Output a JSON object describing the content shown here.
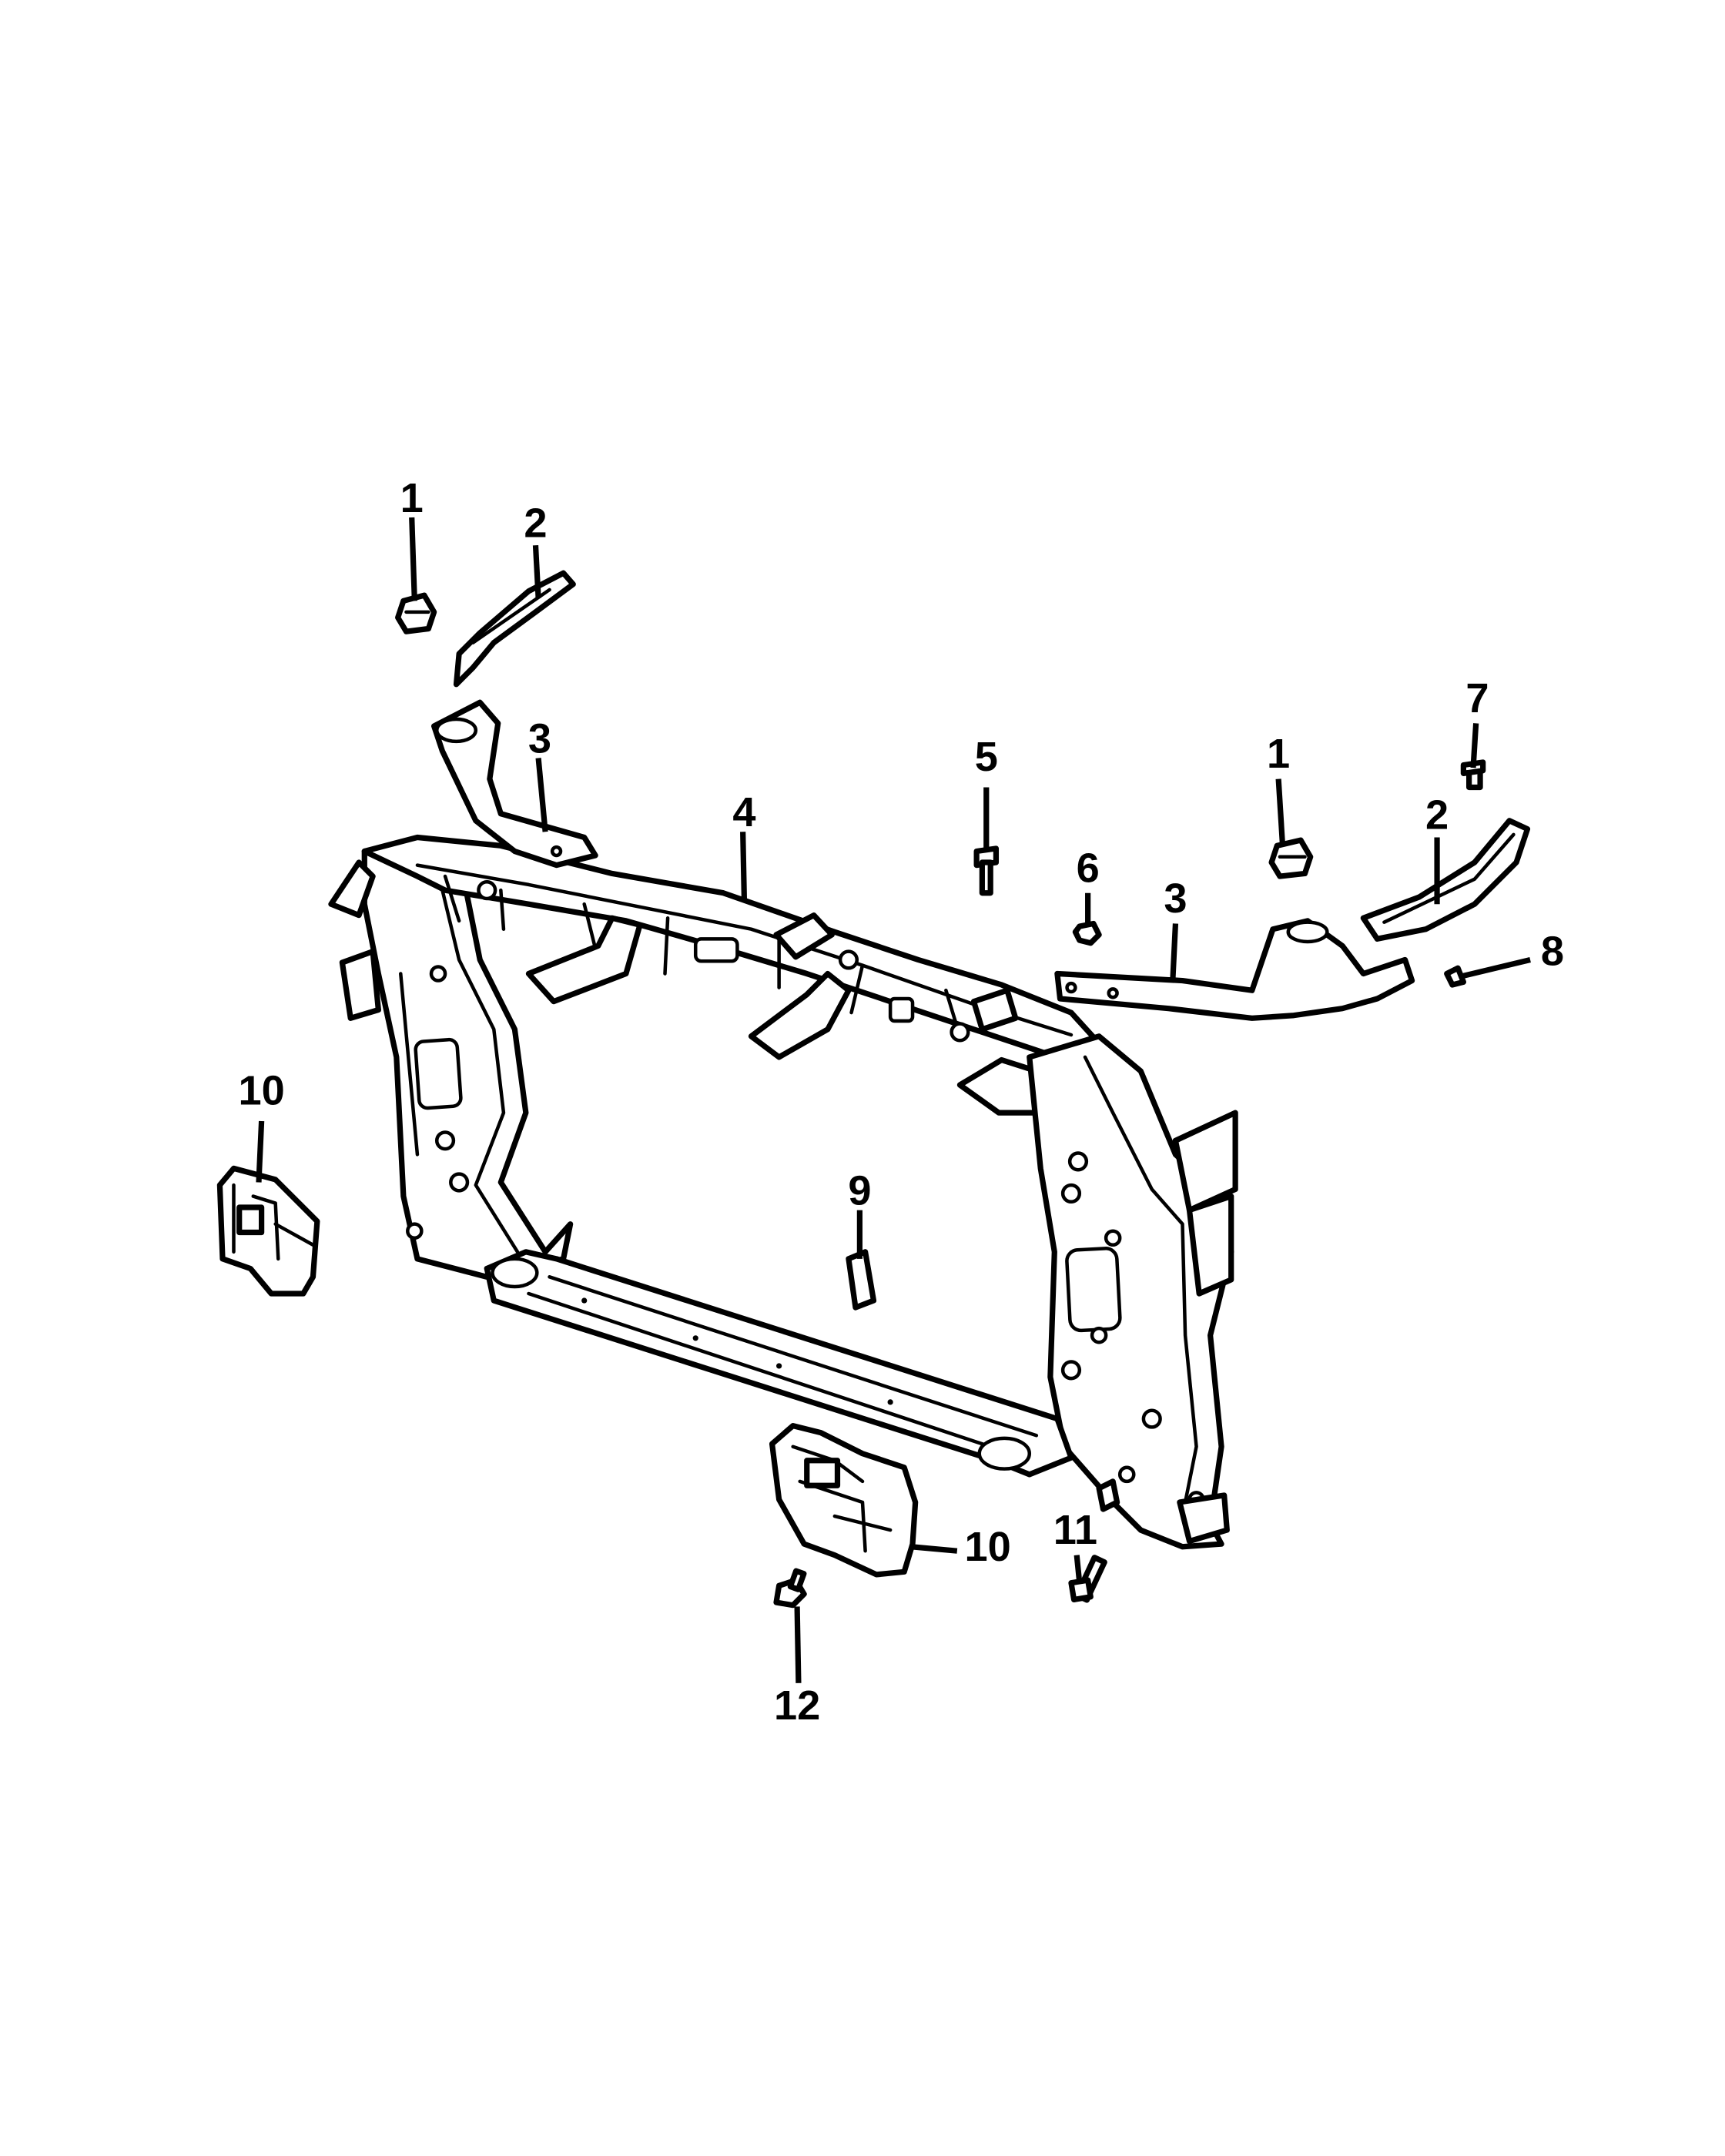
{
  "diagram": {
    "callouts": [
      {
        "id": "c1a",
        "label": "1"
      },
      {
        "id": "c2a",
        "label": "2"
      },
      {
        "id": "c3a",
        "label": "3"
      },
      {
        "id": "c4",
        "label": "4"
      },
      {
        "id": "c5",
        "label": "5"
      },
      {
        "id": "c1b",
        "label": "1"
      },
      {
        "id": "c7",
        "label": "7"
      },
      {
        "id": "c2b",
        "label": "2"
      },
      {
        "id": "c6",
        "label": "6"
      },
      {
        "id": "c3b",
        "label": "3"
      },
      {
        "id": "c8",
        "label": "8"
      },
      {
        "id": "c10a",
        "label": "10"
      },
      {
        "id": "c9",
        "label": "9"
      },
      {
        "id": "c10b",
        "label": "10"
      },
      {
        "id": "c11",
        "label": "11"
      },
      {
        "id": "c12",
        "label": "12"
      }
    ]
  }
}
